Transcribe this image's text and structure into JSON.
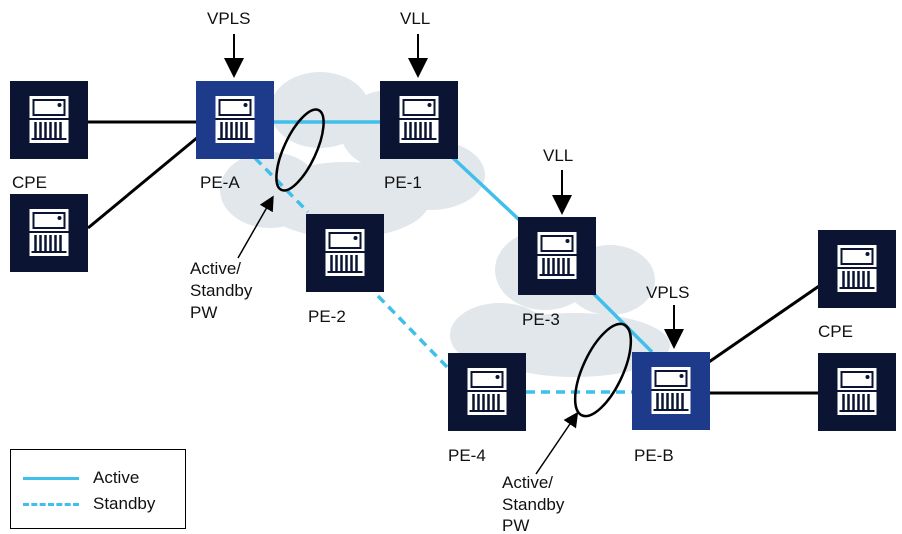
{
  "colors": {
    "node_dark": "#0b1533",
    "node_blue": "#1e3a8a",
    "active_link": "#3fbfea",
    "standby_link": "#3fbfea",
    "cpe_link": "#000000",
    "cloud": "#dfe5ea"
  },
  "icons": {
    "node": "router-chassis-icon",
    "arrow": "down-arrow-icon",
    "ellipse": "pw-ellipse-icon"
  },
  "nodes": {
    "pe_a": "PE-A",
    "pe_1": "PE-1",
    "pe_2": "PE-2",
    "pe_3": "PE-3",
    "pe_4": "PE-4",
    "pe_b": "PE-B",
    "cpe_left": "CPE",
    "cpe_right": "CPE"
  },
  "service_labels": {
    "vpls_left": "VPLS",
    "vll_top": "VLL",
    "vll_mid": "VLL",
    "vpls_right": "VPLS"
  },
  "annotations": {
    "left": {
      "line1": "Active/",
      "line2": "Standby",
      "line3": "PW"
    },
    "right": {
      "line1": "Active/",
      "line2": "Standby",
      "line3": "PW"
    }
  },
  "legend": {
    "active": "Active",
    "standby": "Standby"
  }
}
